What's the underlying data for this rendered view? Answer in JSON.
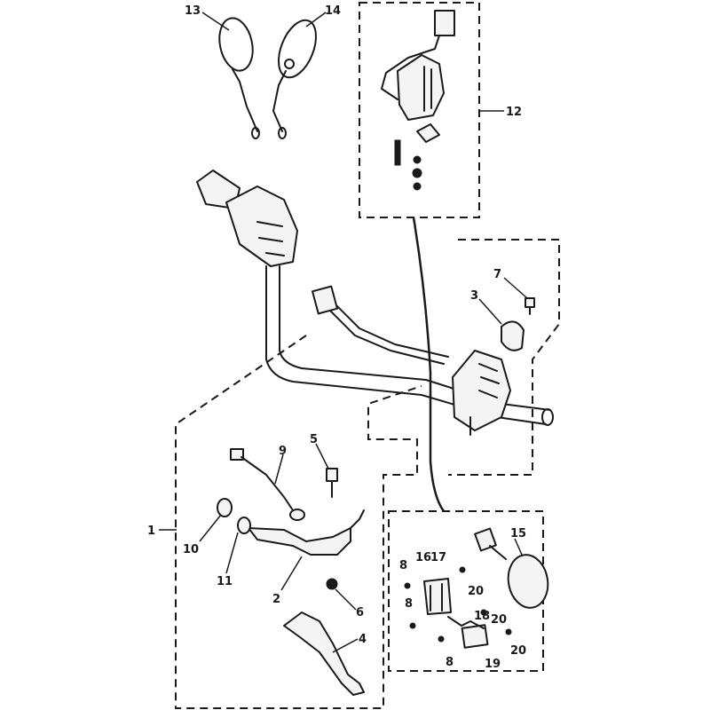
{
  "callouts": {
    "c1": "1",
    "c2": "2",
    "c3": "3",
    "c4": "4",
    "c5": "5",
    "c6": "6",
    "c7": "7",
    "c8a": "8",
    "c8b": "8",
    "c8c": "8",
    "c9": "9",
    "c10": "10",
    "c11": "11",
    "c12": "12",
    "c13": "13",
    "c14": "14",
    "c15": "15",
    "c16": "16",
    "c17": "17",
    "c18": "18",
    "c19": "19",
    "c20a": "20",
    "c20b": "20",
    "c20c": "20"
  },
  "colors": {
    "line": "#1a1a1a",
    "background": "#ffffff"
  }
}
